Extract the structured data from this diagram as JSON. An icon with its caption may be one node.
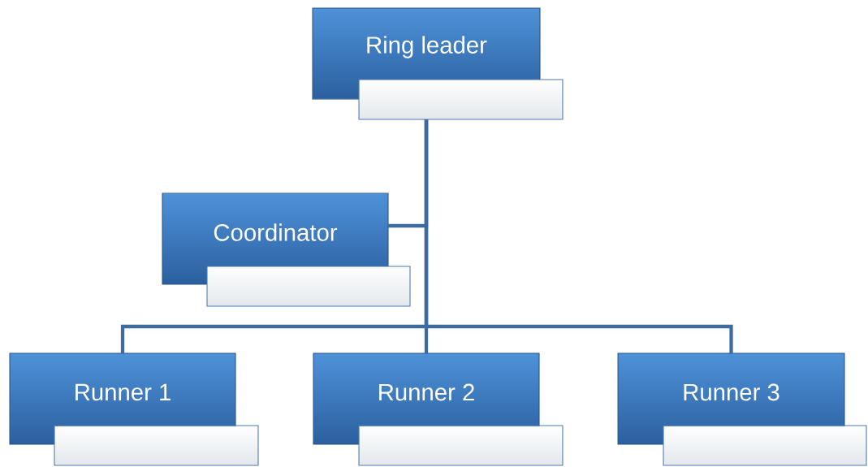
{
  "diagram": {
    "nodes": [
      {
        "text": [
          "Ring leader"
        ]
      },
      {
        "text": [],
        "shape": "box"
      },
      {
        "text": [
          "Coordinator"
        ]
      },
      {
        "text": [],
        "shape": "box"
      },
      {
        "text": [
          "Runner 1"
        ]
      },
      {
        "text": [],
        "shape": "box"
      },
      {
        "text": [
          "Runner 2"
        ]
      },
      {
        "text": [],
        "shape": "box"
      },
      {
        "text": [
          "Runner 3"
        ]
      },
      {
        "text": [],
        "shape": "box"
      }
    ],
    "edges": [
      {
        "from": 1,
        "to": 2,
        "arrow": "none"
      },
      {
        "from": 1,
        "to": 4,
        "arrow": "none"
      },
      {
        "from": 1,
        "to": 6,
        "arrow": "none"
      },
      {
        "from": 1,
        "to": 8,
        "arrow": "none"
      }
    ]
  }
}
